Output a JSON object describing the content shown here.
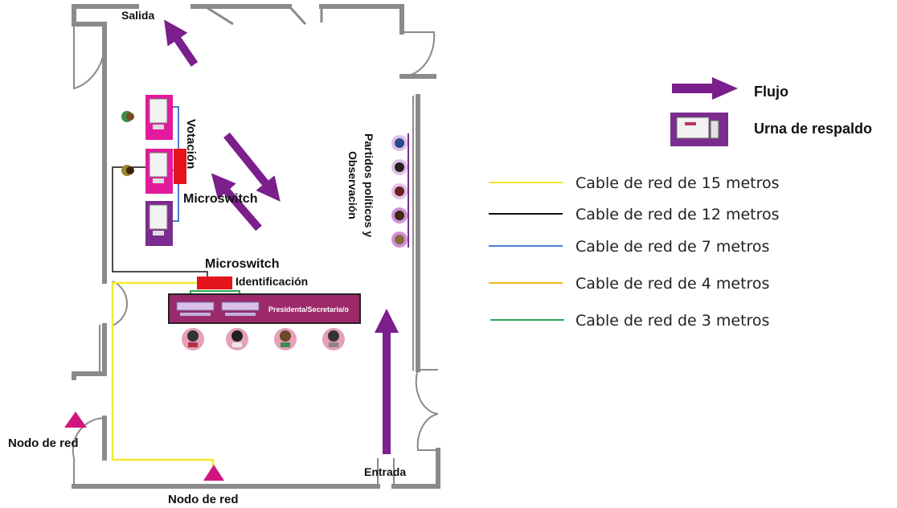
{
  "labels": {
    "salida": "Salida",
    "votacion": "Votación",
    "microswitch_top": "Microswitch",
    "microswitch_mid": "Microswitch",
    "identificacion": "Identificación",
    "presidencia": "Presidenta/Secretaria/o",
    "partidos_line1": "Partidos políticos y",
    "partidos_line2": "Observación",
    "nodo_left": "Nodo de red",
    "nodo_bottom": "Nodo de red",
    "entrada": "Entrada"
  },
  "legend": {
    "flujo": "Flujo",
    "urna": "Urna de respaldo",
    "cables": [
      {
        "label": "Cable de red de 15 metros",
        "color": "#f2ea2e"
      },
      {
        "label": "Cable de red de 12 metros",
        "color": "#111111"
      },
      {
        "label": "Cable de red de 7 metros",
        "color": "#4a7fd1"
      },
      {
        "label": "Cable de red de 4 metros",
        "color": "#f5b423"
      },
      {
        "label": "Cable de red de 3 metros",
        "color": "#2fa84f"
      }
    ]
  },
  "colors": {
    "wall": "#8a8a8a",
    "arrow": "#7b1f8c",
    "booth": "#e21a9b",
    "urna": "#7b2c8e",
    "microswitch": "#e3151a",
    "table": "#9c2a6a",
    "node": "#d0167d",
    "person_ring": "#e6a0b8"
  }
}
